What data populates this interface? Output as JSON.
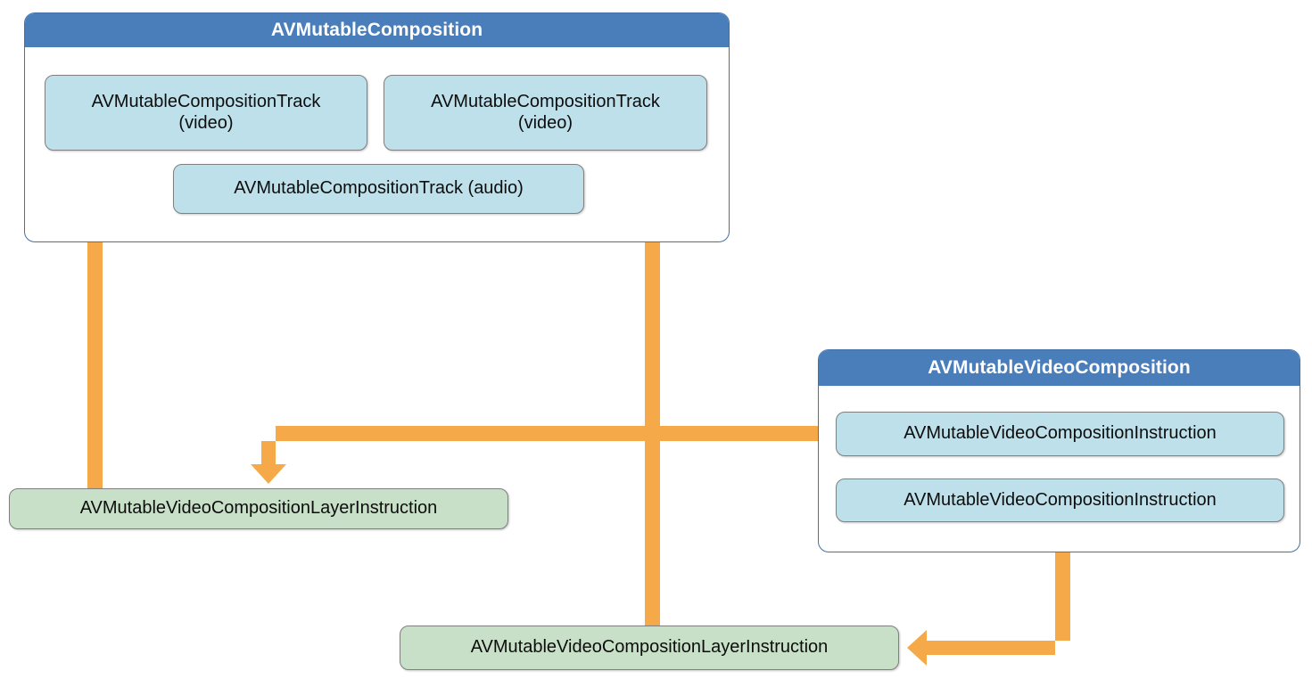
{
  "diagram": {
    "title_accent_color": "#4A7EBB",
    "node_blue_color": "#BDE0EA",
    "node_green_color": "#C7E0C7",
    "arrow_color": "#F5A948",
    "composition": {
      "header": "AVMutableComposition",
      "tracks": [
        {
          "label": "AVMutableCompositionTrack\n(video)",
          "line1": "AVMutableCompositionTrack",
          "line2": "(video)"
        },
        {
          "label": "AVMutableCompositionTrack\n(video)",
          "line1": "AVMutableCompositionTrack",
          "line2": "(video)"
        }
      ],
      "audio_track": "AVMutableCompositionTrack (audio)"
    },
    "video_composition": {
      "header": "AVMutableVideoComposition",
      "instructions": [
        "AVMutableVideoCompositionInstruction",
        "AVMutableVideoCompositionInstruction"
      ]
    },
    "layer_instructions": [
      "AVMutableVideoCompositionLayerInstruction",
      "AVMutableVideoCompositionLayerInstruction"
    ]
  }
}
